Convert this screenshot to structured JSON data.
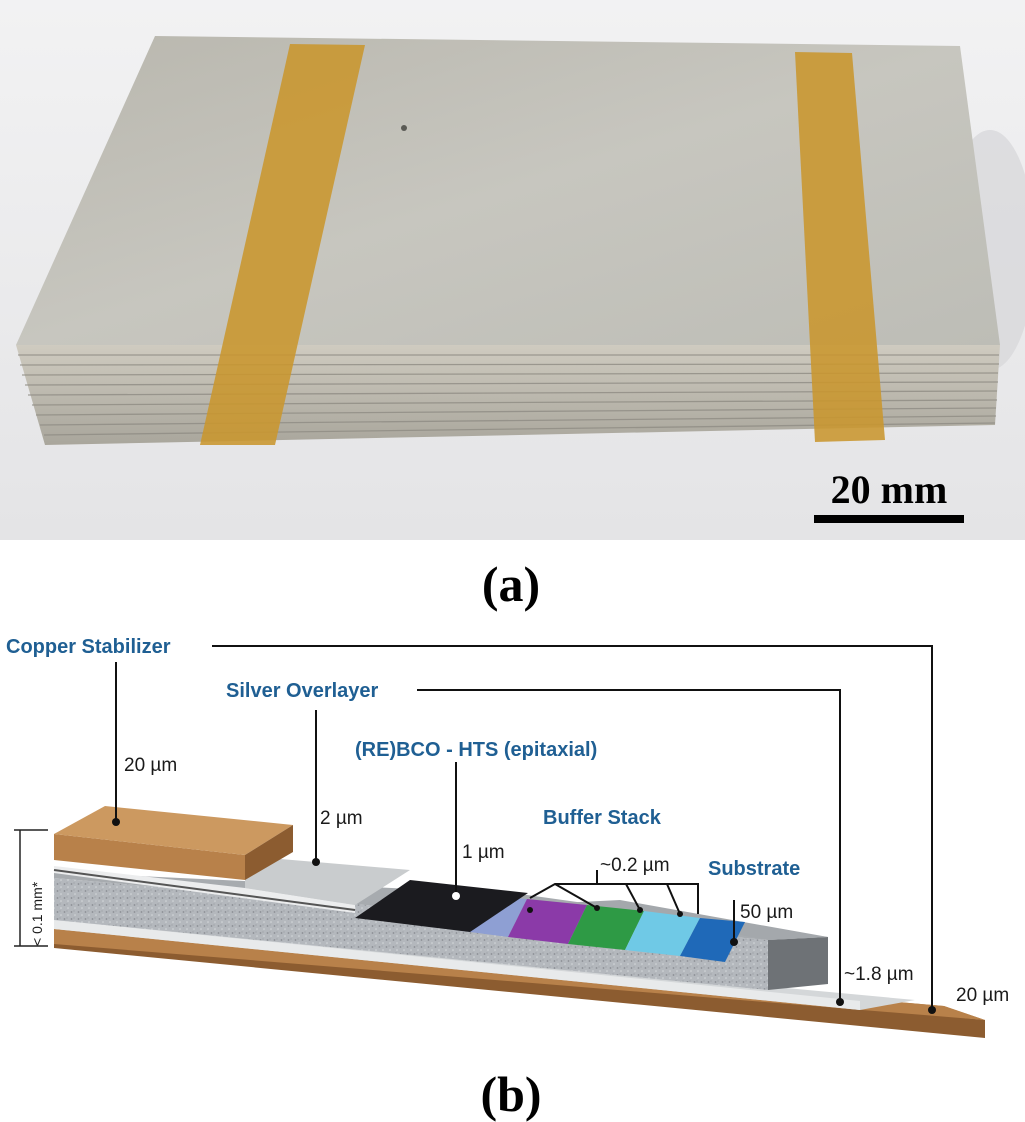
{
  "panel_a": {
    "label": "(a)",
    "scale_bar": "20 mm"
  },
  "panel_b": {
    "label": "(b)",
    "layers": {
      "copper_stabilizer": "Copper Stabilizer",
      "silver_overlayer": "Silver Overlayer",
      "rebco": "(RE)BCO - HTS (epitaxial)",
      "buffer_stack": "Buffer Stack",
      "substrate": "Substrate"
    },
    "dimensions": {
      "copper_top": "20 µm",
      "silver_top": "2 µm",
      "rebco": "1 µm",
      "buffer": "~0.2 µm",
      "substrate": "50 µm",
      "silver_bottom": "~1.8 µm",
      "copper_bottom": "20 µm",
      "total_thickness": "< 0.1 mm*"
    }
  },
  "colors": {
    "copper": "#b8814a",
    "silver": "#c9ccce",
    "rebco": "#1b1b1f",
    "label_blue": "#1f5f93",
    "tape": "#c9962e",
    "buffer_layers": [
      "#8e9fd3",
      "#8b3aa8",
      "#2e9a45",
      "#6fc9e6",
      "#1f69b8"
    ]
  }
}
